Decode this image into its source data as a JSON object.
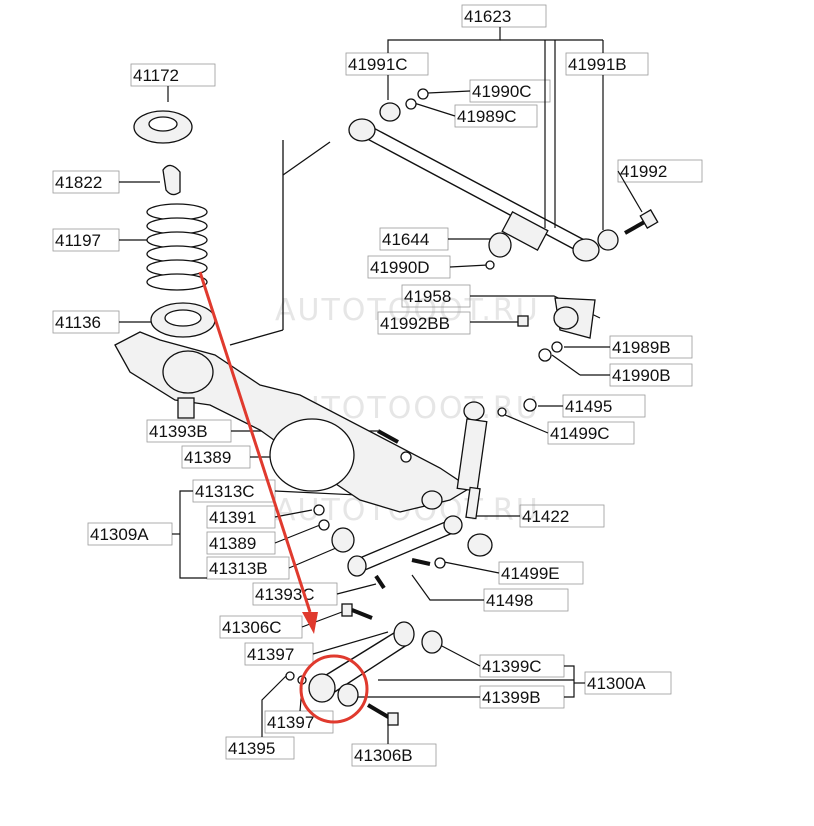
{
  "watermark": "AUTOTOOOT.RU",
  "colors": {
    "annotation": "#e03a2e",
    "ink": "#111111"
  },
  "labels": {
    "l41623": "41623",
    "l41991C": "41991C",
    "l41990C": "41990C",
    "l41991B": "41991B",
    "l41989C": "41989C",
    "l41172": "41172",
    "l41822": "41822",
    "l41197": "41197",
    "l41992": "41992",
    "l41644": "41644",
    "l41990D": "41990D",
    "l41958": "41958",
    "l41992BB": "41992BB",
    "l41136": "41136",
    "l41989B": "41989B",
    "l41990B": "41990B",
    "l41495": "41495",
    "l41499C": "41499C",
    "l41393B": "41393B",
    "l41389a": "41389",
    "l41313C": "41313C",
    "l41422": "41422",
    "l41391": "41391",
    "l41309A": "41309A",
    "l41389b": "41389",
    "l41313B": "41313B",
    "l41499E": "41499E",
    "l41393C": "41393C",
    "l41498": "41498",
    "l41306C": "41306C",
    "l41397a": "41397",
    "l41399C": "41399C",
    "l41300A": "41300A",
    "l41399B": "41399B",
    "l41397b": "41397",
    "l41395": "41395",
    "l41306B": "41306B"
  }
}
